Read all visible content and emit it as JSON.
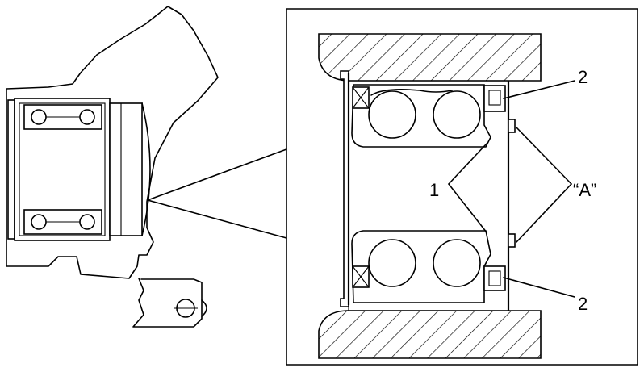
{
  "callouts": {
    "bearing_top": "2",
    "bearing_bottom": "2",
    "inner_race": "1",
    "faces": "“A”"
  }
}
